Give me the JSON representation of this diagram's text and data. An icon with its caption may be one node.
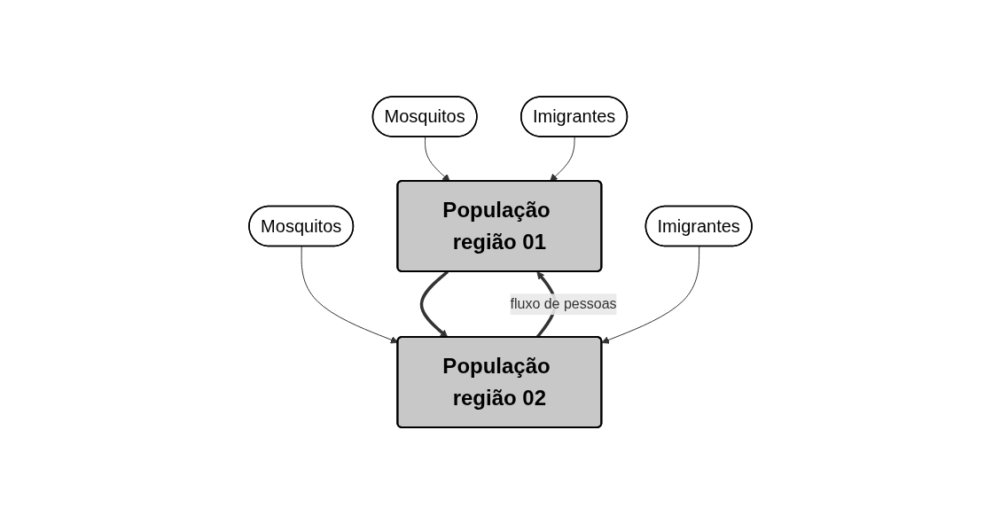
{
  "diagram": {
    "nodes": [
      {
        "text": [
          "Mosquitos"
        ]
      },
      {
        "text": [
          "Mosquitos"
        ]
      },
      {
        "text": [
          "População região 01"
        ]
      },
      {
        "text": [
          "População região 02"
        ]
      },
      {
        "text": [
          "Imigrantes"
        ]
      },
      {
        "text": [
          "Imigrantes"
        ]
      }
    ],
    "edges": [
      {
        "from": 0,
        "to": 2,
        "arrow": "to"
      },
      {
        "from": 1,
        "to": 3,
        "arrow": "to"
      },
      {
        "from": 2,
        "to": 3,
        "arrow": "to",
        "style": "thick"
      },
      {
        "from": 3,
        "to": 2,
        "arrow": "to",
        "style": "thick",
        "label": "fluxo de pessoas"
      },
      {
        "from": 4,
        "to": 2,
        "arrow": "to"
      },
      {
        "from": 5,
        "to": 3,
        "arrow": "to"
      }
    ]
  }
}
